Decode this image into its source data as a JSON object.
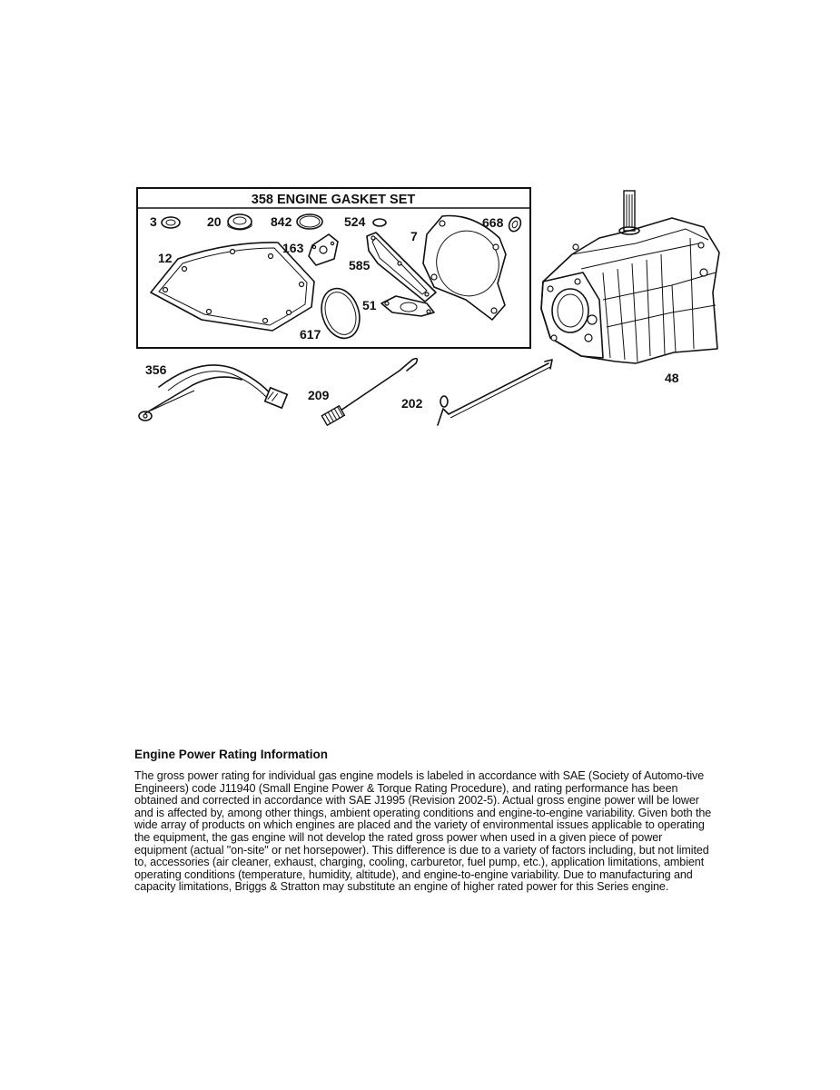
{
  "gasket_set": {
    "title": "358 ENGINE GASKET SET"
  },
  "callouts": {
    "p3": "3",
    "p20": "20",
    "p842": "842",
    "p524": "524",
    "p668": "668",
    "p7": "7",
    "p12": "12",
    "p163": "163",
    "p585": "585",
    "p51": "51",
    "p617": "617",
    "p356": "356",
    "p209": "209",
    "p202": "202",
    "p48": "48"
  },
  "info": {
    "heading": "Engine Power Rating Information",
    "body": "The gross power rating for individual gas engine models is labeled in accordance with SAE (Society of Automo-tive Engineers) code J11940 (Small Engine Power & Torque Rating Procedure), and rating performance has been obtained and corrected in accordance with SAE J1995 (Revision 2002-5). Actual gross engine power will be lower and is affected by, among other things, ambient operating conditions and engine-to-engine variability. Given both the wide array of products on which engines are placed and the variety of environmental issues applicable to operating the equipment, the gas engine will not develop the rated gross power when used in a given piece of power equipment (actual \"on-site\" or net horsepower). This difference is due to a variety of factors including, but not limited to, accessories (air cleaner, exhaust, charging, cooling, carburetor, fuel pump, etc.), application limitations, ambient operating conditions (temperature, humidity, altitude), and engine-to-engine variability. Due to manufacturing and capacity limitations, Briggs & Stratton may substitute an engine of higher rated power for this Series engine."
  }
}
